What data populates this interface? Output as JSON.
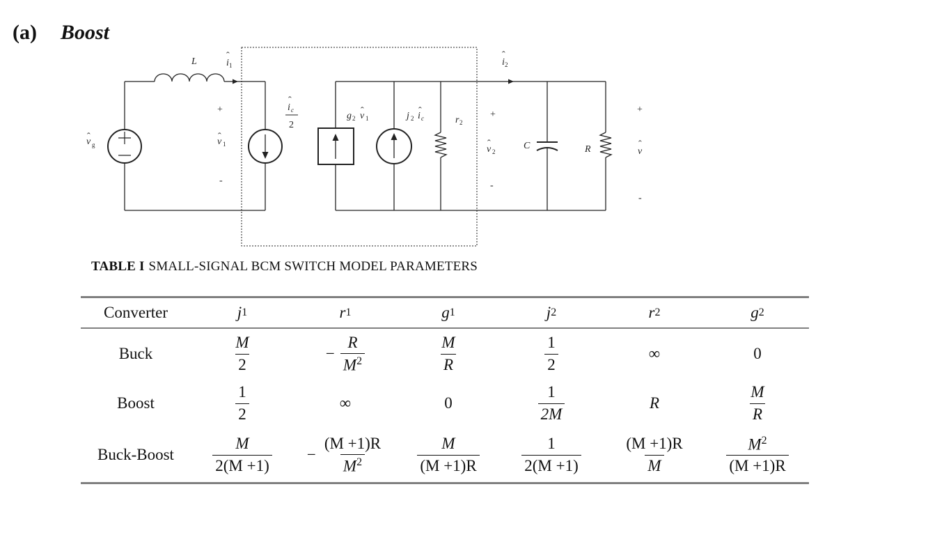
{
  "heading": {
    "label": "(a)",
    "title": "Boost"
  },
  "circuit": {
    "labels": {
      "inductor": "L",
      "input_current_sym": "i",
      "input_current_sub": "1",
      "output_current_sym": "i",
      "output_current_sub": "2",
      "source_sym": "v",
      "source_sub": "g",
      "v1_sym": "v",
      "v1_sub": "1",
      "v1_plus": "+",
      "v1_minus": "-",
      "ic_sym": "i",
      "ic_sub": "c",
      "ic_den": "2",
      "g2v1_text": "g",
      "g2v1_sub": "2",
      "g2v1_var": "v",
      "g2v1_var_sub": "1",
      "j2ic_text": "j",
      "j2ic_sub": "2",
      "j2ic_var": "i",
      "j2ic_var_sub": "c",
      "r2_text": "r",
      "r2_sub": "2",
      "v2_sym": "v",
      "v2_sub": "2",
      "v2_plus": "+",
      "v2_minus": "-",
      "capacitor": "C",
      "resistor": "R",
      "vout_sym": "v",
      "vout_plus": "+",
      "vout_minus": "-"
    }
  },
  "table": {
    "caption_label": "TABLE I",
    "caption_text": "SMALL-SIGNAL BCM SWITCH MODEL PARAMETERS",
    "header": {
      "col0": "Converter",
      "j1": "j",
      "j1_sub": "1",
      "r1": "r",
      "r1_sub": "1",
      "g1": "g",
      "g1_sub": "1",
      "j2": "j",
      "j2_sub": "2",
      "r2": "r",
      "r2_sub": "2",
      "g2": "g",
      "g2_sub": "2"
    },
    "rows": [
      {
        "name": "Buck",
        "j1_num": "M",
        "j1_den": "2",
        "r1_sign": "−",
        "r1_num": "R",
        "r1_den": "M",
        "r1_den_sup": "2",
        "g1_num": "M",
        "g1_den": "R",
        "j2_num": "1",
        "j2_den": "2",
        "r2": "∞",
        "g2": "0"
      },
      {
        "name": "Boost",
        "j1_num": "1",
        "j1_den": "2",
        "r1": "∞",
        "g1": "0",
        "j2_num": "1",
        "j2_den": "2M",
        "r2": "R",
        "g2_num": "M",
        "g2_den": "R"
      },
      {
        "name": "Buck-Boost",
        "j1_num": "M",
        "j1_den": "2(M +1)",
        "r1_sign": "−",
        "r1_num": "(M +1)R",
        "r1_den": "M",
        "r1_den_sup": "2",
        "g1_num": "M",
        "g1_den": "(M +1)R",
        "j2_num": "1",
        "j2_den": "2(M +1)",
        "r2_num": "(M +1)R",
        "r2_den": "M",
        "g2_num": "M",
        "g2_num_sup": "2",
        "g2_den": "(M +1)R"
      }
    ]
  }
}
